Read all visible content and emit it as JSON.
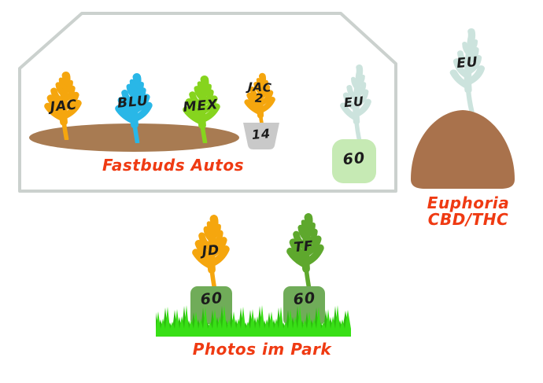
{
  "greenhouse": {
    "caption": "Fastbuds Autos",
    "caption_color": "#EF3A12",
    "outline_color": "#CBD1CE",
    "soil_color": "#A87B52",
    "plants": [
      {
        "id": "jac",
        "label": "JAC",
        "color": "#F5A60E"
      },
      {
        "id": "blu",
        "label": "BLU",
        "color": "#29B7E7"
      },
      {
        "id": "mex",
        "label": "MEX",
        "color": "#86D41E"
      },
      {
        "id": "jac2",
        "label": "JAC",
        "label_line2": "2",
        "color": "#F5A60E",
        "pot": {
          "label": "14",
          "color": "#C9C9C9"
        }
      },
      {
        "id": "eu",
        "label": "EU",
        "color": "#CCE3DD",
        "pot": {
          "label": "60",
          "color": "#C6EAB4"
        }
      }
    ]
  },
  "euphoria": {
    "caption_line1": "Euphoria",
    "caption_line2": "CBD/THC",
    "caption_color": "#EF3A12",
    "mound_color": "#A9724C",
    "plant": {
      "label": "EU",
      "color": "#CCE3DD"
    }
  },
  "park": {
    "caption": "Photos im Park",
    "caption_color": "#EF3A12",
    "grass_color": "#38DF16",
    "grass_dark_color": "#2CBC0E",
    "plants": [
      {
        "id": "jd",
        "label": "JD",
        "color": "#F5A60E",
        "pot": {
          "label": "60",
          "color": "#70AC59"
        }
      },
      {
        "id": "tf",
        "label": "TF",
        "color": "#5EA82D",
        "pot": {
          "label": "60",
          "color": "#70AC59"
        }
      }
    ]
  }
}
